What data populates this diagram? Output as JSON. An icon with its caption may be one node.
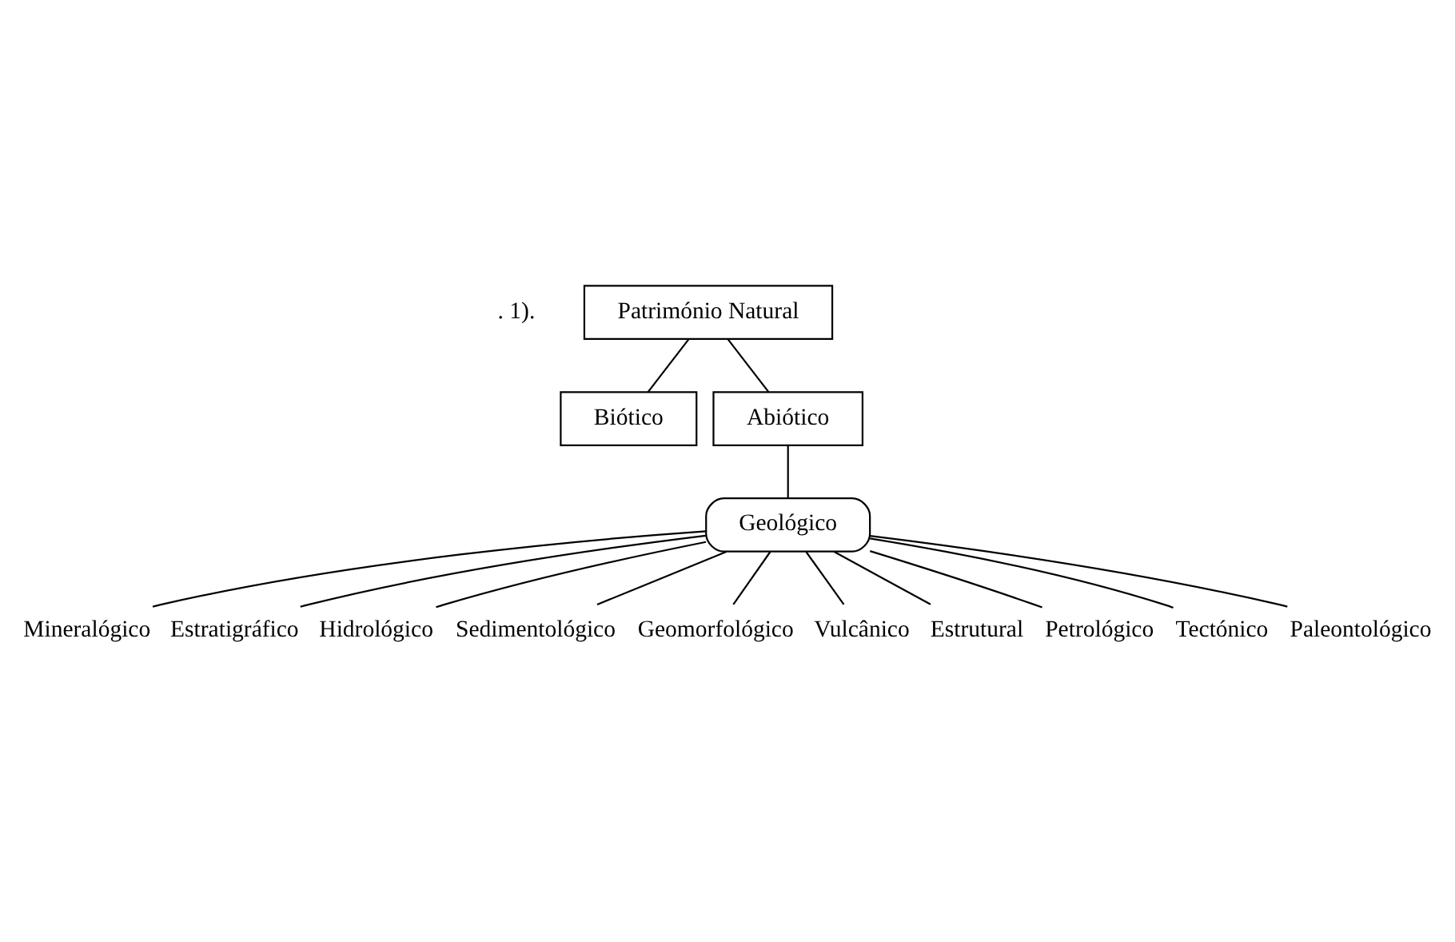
{
  "diagram": {
    "nodes": [
      {
        "text": [
          "Património Natural"
        ]
      },
      {
        "text": [
          "Biótico"
        ]
      },
      {
        "text": [
          "Abiótico"
        ]
      },
      {
        "text": [
          "Geológico"
        ]
      },
      {
        "text": [
          "Mineralógico"
        ]
      },
      {
        "text": [
          "Estratigráfico"
        ]
      },
      {
        "text": [
          "Hidrológico"
        ]
      },
      {
        "text": [
          "Sedimentológico"
        ]
      },
      {
        "text": [
          "Geomorfológico"
        ]
      },
      {
        "text": [
          "Vulcânico"
        ]
      },
      {
        "text": [
          "Estrutural"
        ]
      },
      {
        "text": [
          "Petrológico"
        ]
      },
      {
        "text": [
          "Tectónico"
        ]
      },
      {
        "text": [
          "Paleontológico"
        ]
      }
    ],
    "edges": [
      {
        "from": 0,
        "to": 1,
        "arrow": "none"
      },
      {
        "from": 0,
        "to": 2,
        "arrow": "none"
      },
      {
        "from": 2,
        "to": 3,
        "arrow": "none"
      },
      {
        "from": 3,
        "to": 4,
        "arrow": "none"
      },
      {
        "from": 3,
        "to": 5,
        "arrow": "none"
      },
      {
        "from": 3,
        "to": 6,
        "arrow": "none"
      },
      {
        "from": 3,
        "to": 7,
        "arrow": "none"
      },
      {
        "from": 3,
        "to": 8,
        "arrow": "none"
      },
      {
        "from": 3,
        "to": 9,
        "arrow": "none"
      },
      {
        "from": 3,
        "to": 10,
        "arrow": "none"
      },
      {
        "from": 3,
        "to": 11,
        "arrow": "none"
      },
      {
        "from": 3,
        "to": 12,
        "arrow": "none"
      },
      {
        "from": 3,
        "to": 13,
        "arrow": "none"
      }
    ],
    "labels": [
      ". 1)."
    ]
  }
}
